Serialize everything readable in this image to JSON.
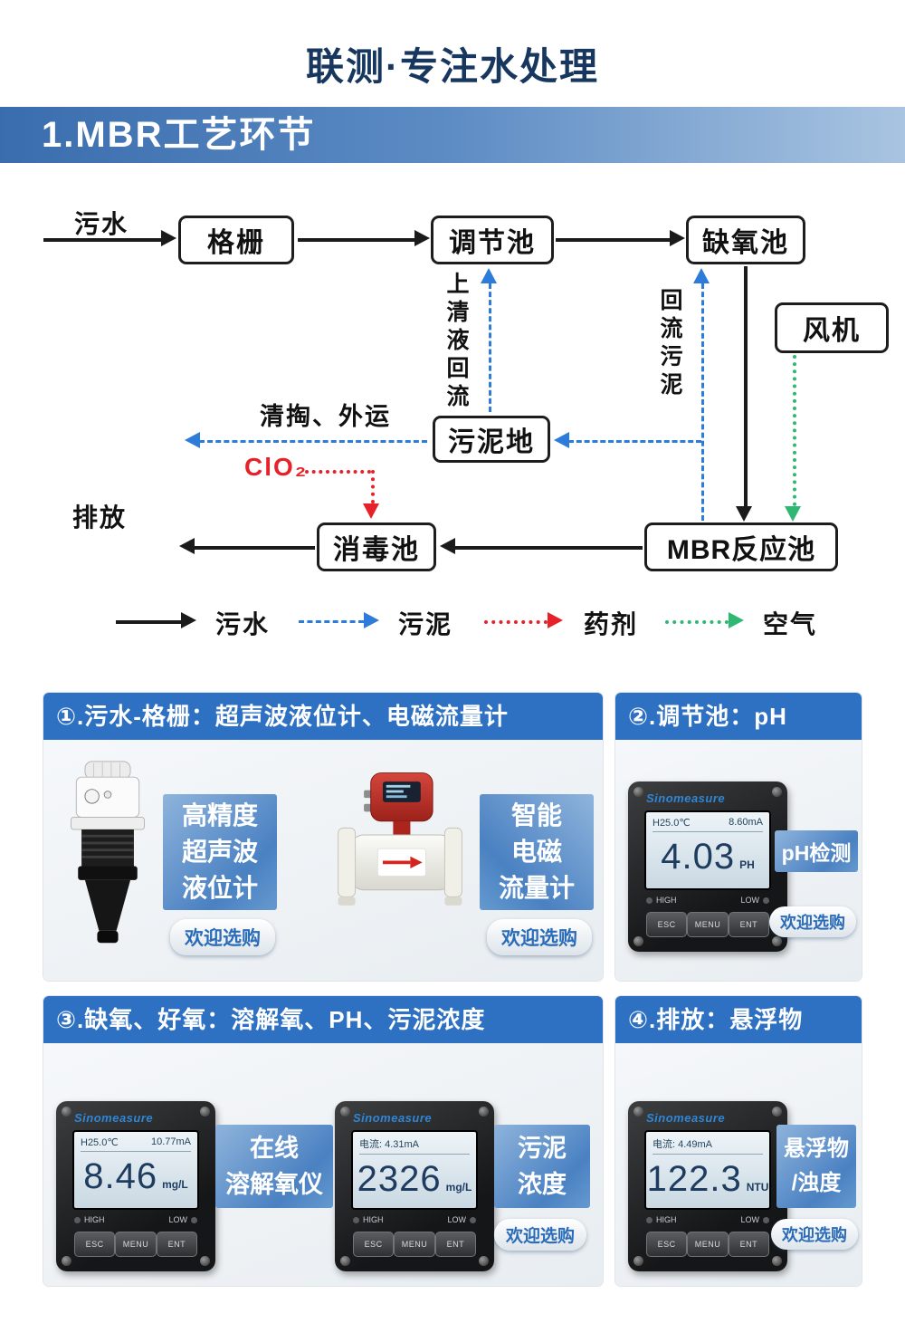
{
  "page": {
    "title": "联测·专注水处理",
    "banner": "1.MBR工艺环节"
  },
  "flow": {
    "source_label": "污水",
    "nodes": {
      "grid": "格栅",
      "regulating": "调节池",
      "anoxic": "缺氧池",
      "fan": "风机",
      "sludge_pit": "污泥地",
      "disinfection": "消毒池",
      "mbr": "MBR反应池"
    },
    "edge_labels": {
      "supernatant_return": "上清液回流",
      "sludge_return": "回流污泥",
      "clean_haul": "清掏、外运",
      "chemical": "ClO₂",
      "discharge": "排放"
    },
    "legend": {
      "sewage": "污水",
      "sludge": "污泥",
      "chemical": "药剂",
      "air": "空气"
    },
    "colors": {
      "sewage": "#1b1b1b",
      "sludge": "#2e7cd9",
      "chemical": "#e62129",
      "air": "#2eb872",
      "banner": "#2e71c2"
    }
  },
  "cards": {
    "c1": {
      "header": "①.污水-格栅：超声波液位计、电磁流量计",
      "p1_line1": "高精度",
      "p1_line2": "超声波",
      "p1_line3": "液位计",
      "p1_buy": "欢迎选购",
      "p2_line1": "智能",
      "p2_line2": "电磁",
      "p2_line3": "流量计",
      "p2_buy": "欢迎选购"
    },
    "c2": {
      "header": "②.调节池：pH",
      "label": "pH检测",
      "buy": "欢迎选购"
    },
    "c3": {
      "header": "③.缺氧、好氧：溶解氧、PH、污泥浓度",
      "p1_line1": "在线",
      "p1_line2": "溶解氧仪",
      "p2_line1": "污泥",
      "p2_line2": "浓度",
      "p2_buy": "欢迎选购"
    },
    "c4": {
      "header": "④.排放：悬浮物",
      "label_line1": "悬浮物",
      "label_line2": "/浊度",
      "buy": "欢迎选购"
    }
  },
  "devices": {
    "brand": "Sinomeasure",
    "indicators": {
      "high": "HIGH",
      "low": "LOW"
    },
    "buttons": {
      "esc": "ESC",
      "menu": "MENU",
      "ent": "ENT"
    },
    "ph": {
      "top_left": "H25.0℃",
      "top_right": "8.60mA",
      "value": "4.03",
      "unit": "PH"
    },
    "dissolved_oxygen": {
      "top_left": "H25.0℃",
      "top_right": "10.77mA",
      "value": "8.46",
      "unit": "mg/L"
    },
    "sludge_concentration": {
      "top_left": "电流: 4.31mA",
      "top_right": "",
      "value": "2326",
      "unit": "mg/L"
    },
    "suspended_solids": {
      "top_left": "电流: 4.49mA",
      "top_right": "",
      "value": "122.3",
      "unit": "NTU"
    }
  }
}
